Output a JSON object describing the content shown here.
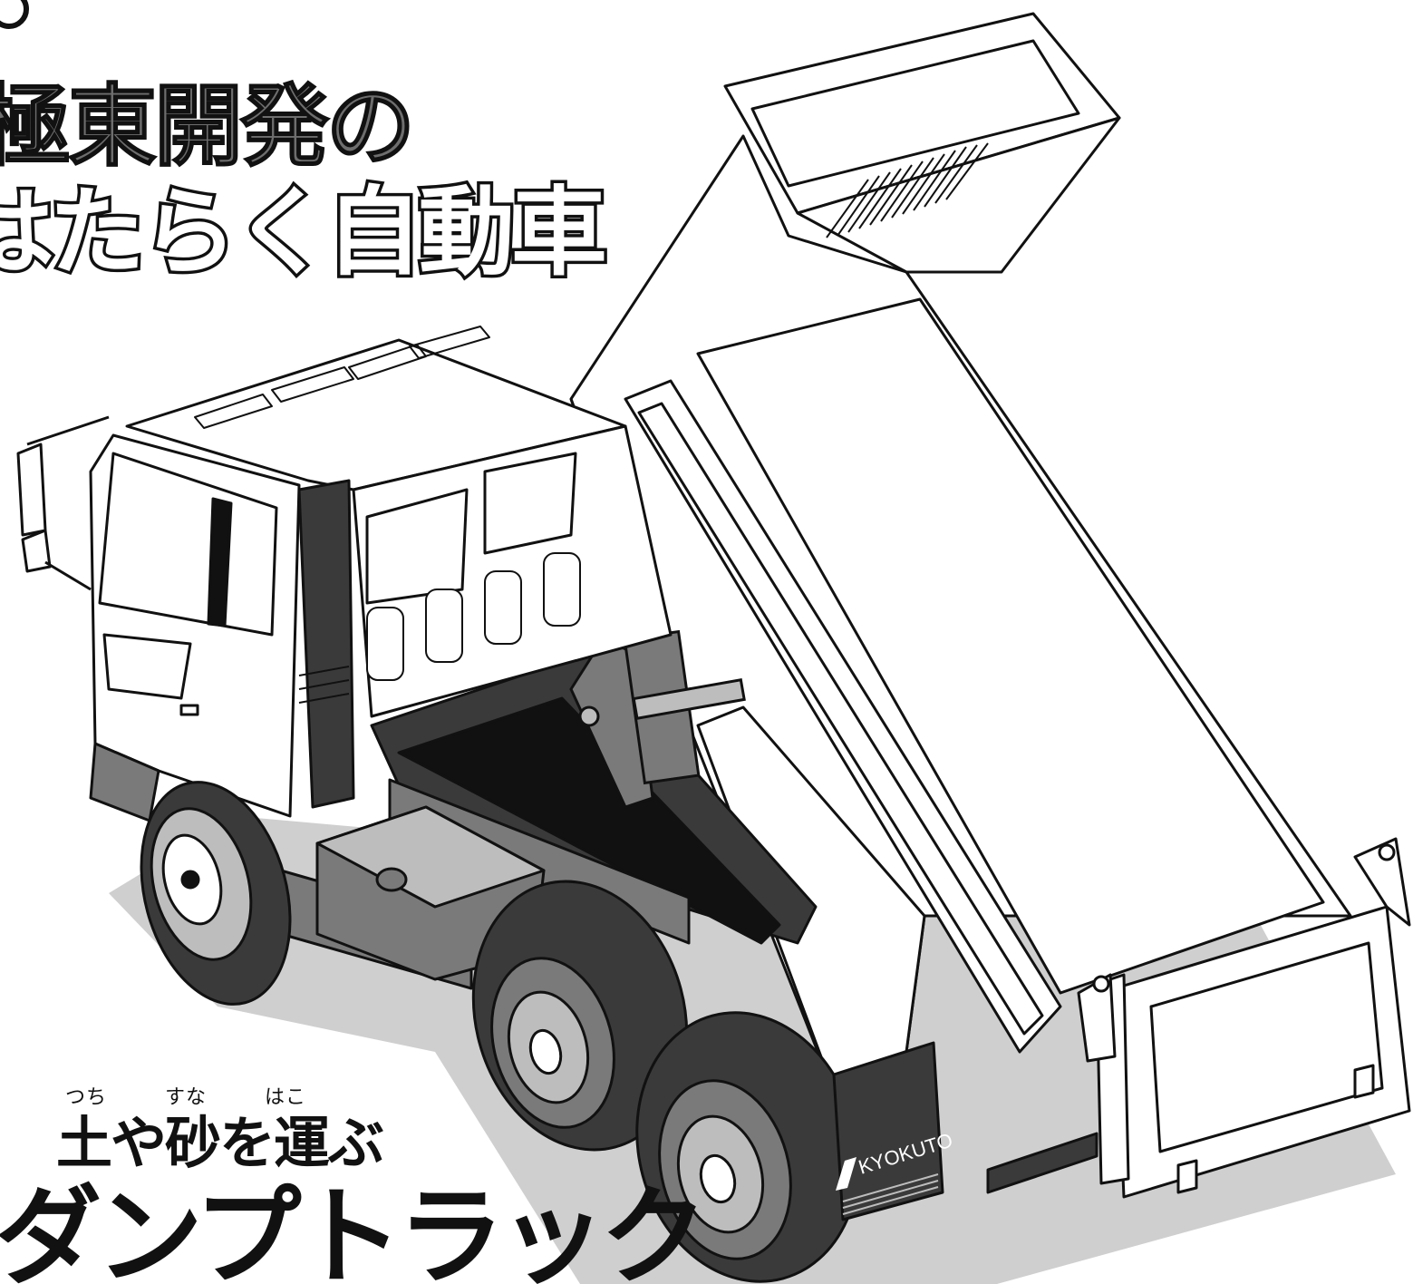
{
  "title": {
    "line1": "極東開発の",
    "line2": "はたらく自動車"
  },
  "subtitle": {
    "text": "土や砂を運ぶ",
    "ruby": [
      "つち",
      "すな",
      "はこ"
    ]
  },
  "product_name": "ダンプトラック",
  "illustration": {
    "subject": "dump-truck",
    "mudflap_logo": "KYOKUTO"
  },
  "colors": {
    "ink": "#111111",
    "dark_gray": "#3a3a3a",
    "mid_gray": "#7a7a7a",
    "light_gray": "#bdbdbd",
    "shadow_gray": "#cfcfcf",
    "white": "#ffffff"
  }
}
